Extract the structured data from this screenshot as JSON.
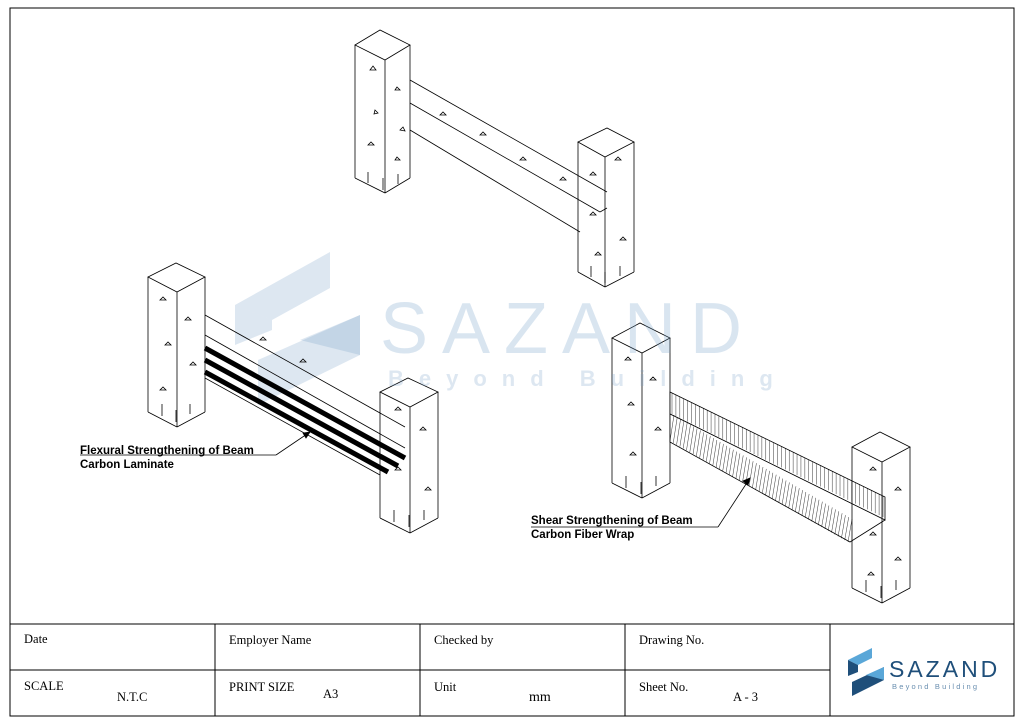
{
  "colors": {
    "brand_dark": "#1f4f7a",
    "brand_light": "#5aa7d8",
    "watermark": "#78a0c8"
  },
  "watermark": {
    "name": "SAZAND",
    "tagline": "Beyond Building"
  },
  "callouts": {
    "flexural": [
      "Flexural Strengthening of Beam",
      "Carbon Laminate"
    ],
    "shear": [
      "Shear Strengthening of Beam",
      "Carbon Fiber Wrap"
    ]
  },
  "title_block": {
    "date_label": "Date",
    "employer_label": "Employer Name",
    "checked_label": "Checked by",
    "drawing_no_label": "Drawing No.",
    "scale_label": "SCALE",
    "scale_value": "N.T.C",
    "print_size_label": "PRINT SIZE",
    "print_size_value": "A3",
    "unit_label": "Unit",
    "unit_value": "mm",
    "sheet_no_label": "Sheet No.",
    "sheet_no_value": "A - 3"
  },
  "logo": {
    "name": "SAZAND",
    "tagline": "Beyond Building",
    "icon": "sazand-s-logo-icon"
  }
}
